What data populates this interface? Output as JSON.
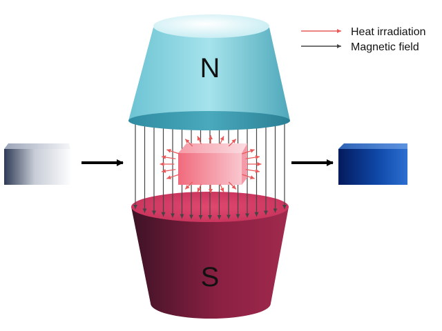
{
  "poles": {
    "north": {
      "label": "N",
      "color_light": "#dff7fb",
      "color_dark": "#3f9eb3"
    },
    "south": {
      "label": "S",
      "color_light": "#c43a62",
      "color_dark": "#3d1225"
    }
  },
  "legend": {
    "heat": {
      "label": "Heat irradiation",
      "color": "#e85a5a"
    },
    "field": {
      "label": "Magnetic field",
      "color": "#444444"
    }
  },
  "blocks": {
    "before": {
      "state": "cool",
      "color": "#f2f4f7"
    },
    "inside": {
      "state": "heated",
      "color": "#f07a8a"
    },
    "after": {
      "state": "cold",
      "color": "#0d3d8f"
    }
  },
  "field_line_count": 17
}
